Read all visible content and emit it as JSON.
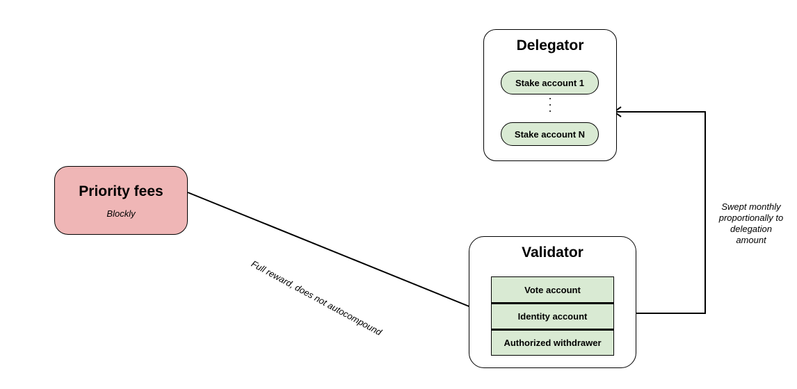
{
  "nodes": {
    "priority_fees": {
      "title": "Priority fees",
      "subtitle": "Blockly",
      "fill": "#efb6b6"
    },
    "delegator": {
      "title": "Delegator",
      "accounts": [
        "Stake account 1",
        "Stake account N"
      ]
    },
    "validator": {
      "title": "Validator",
      "accounts": [
        "Vote account",
        "Identity account",
        "Authorized withdrawer"
      ]
    }
  },
  "edges": {
    "fees_to_identity": {
      "label": "Full reward, does not autocompound"
    },
    "identity_to_delegator": {
      "label": "Swept monthly proportionally to delegation amount"
    }
  },
  "colors": {
    "account_fill": "#d9ead3",
    "stroke": "#000000"
  }
}
